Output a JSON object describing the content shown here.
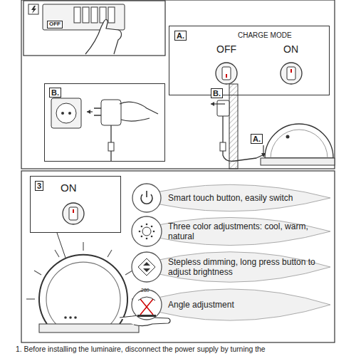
{
  "diagram": {
    "nodes": [
      {
        "text": [
          "A.",
          "CHARGE MODE",
          "OFF",
          "ON"
        ]
      },
      {
        "text": [
          "B."
        ]
      },
      {
        "text": [
          "3",
          "ON"
        ]
      },
      {
        "text": [
          "Smart touch button, easily switch"
        ]
      },
      {
        "text": [
          "Three color adjustments: cool, warm, natural"
        ]
      },
      {
        "text": [
          "Stepless dimming, long press button to adjust brightness"
        ]
      },
      {
        "text": [
          "Angle adjustment"
        ]
      }
    ],
    "labels": [
      "OFF",
      "B.",
      "A.",
      "280",
      "1. Before installing the luminaire, disconnect the power supply by turning the"
    ]
  }
}
